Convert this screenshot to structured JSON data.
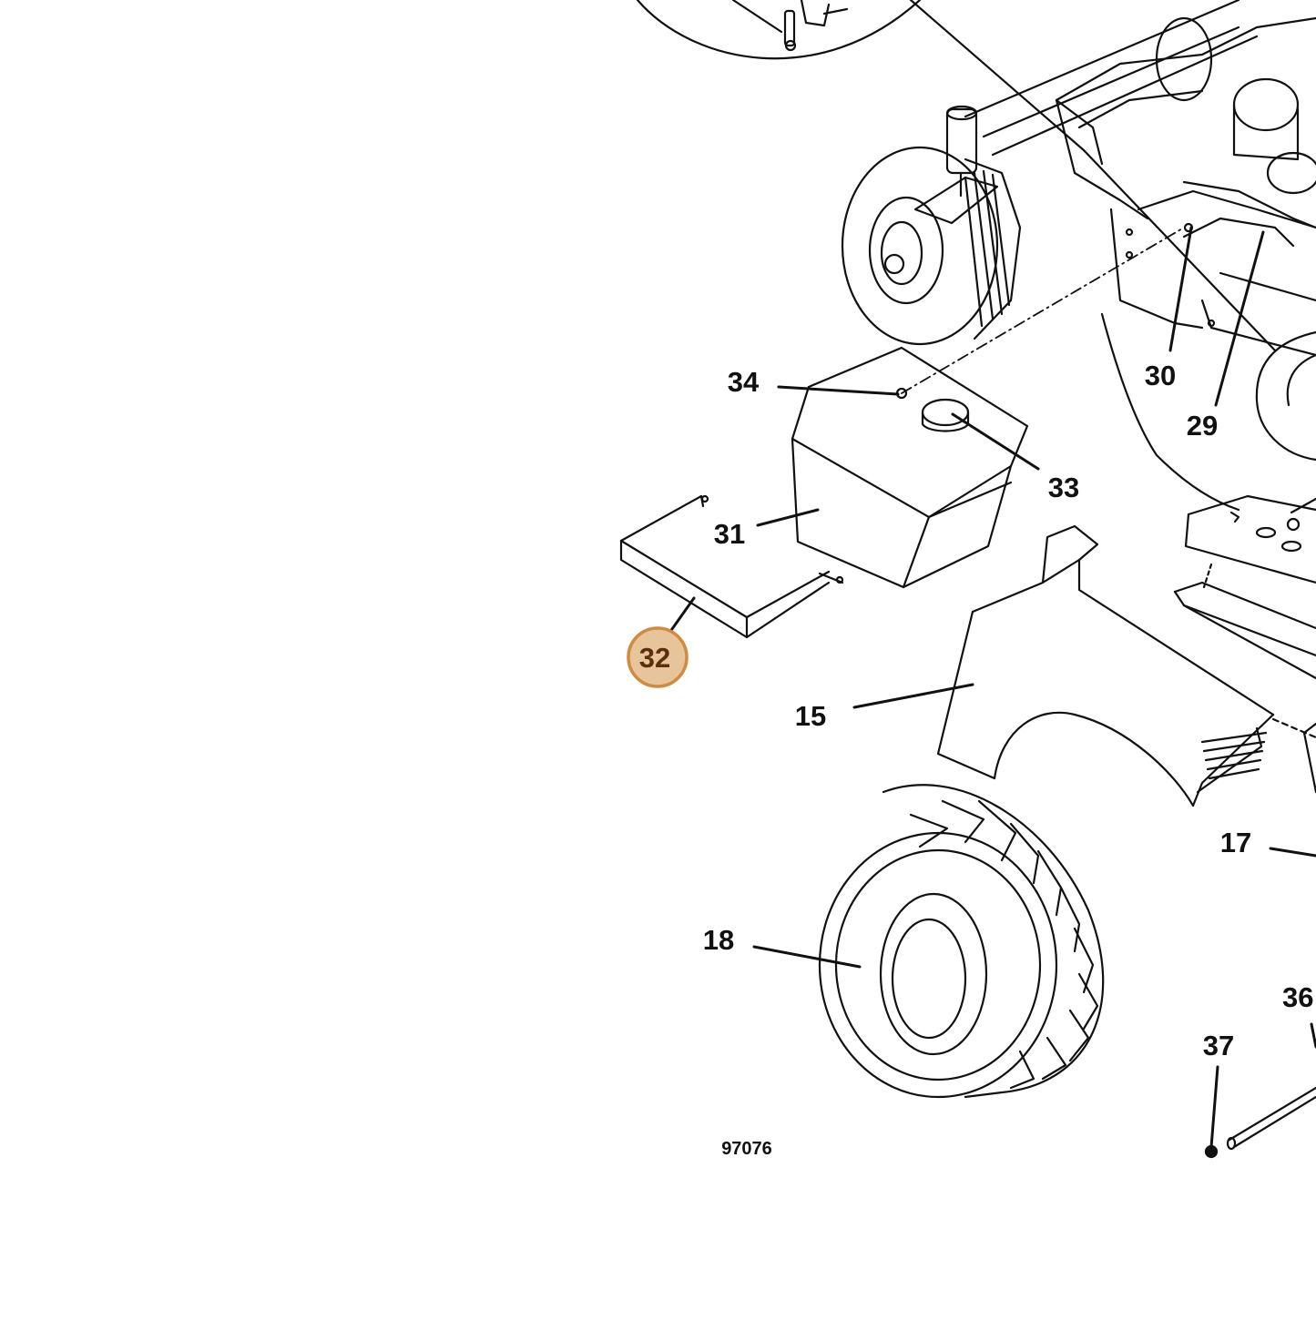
{
  "figure_id": "97076",
  "highlight_color": "#e8c49a",
  "highlight_stroke": "#d18a3e",
  "highlighted_callout": "32",
  "callouts": {
    "c34": "34",
    "c33": "33",
    "c31": "31",
    "c32": "32",
    "c15": "15",
    "c30": "30",
    "c29": "29",
    "c17": "17",
    "c18": "18",
    "c36": "36",
    "c37": "37"
  }
}
